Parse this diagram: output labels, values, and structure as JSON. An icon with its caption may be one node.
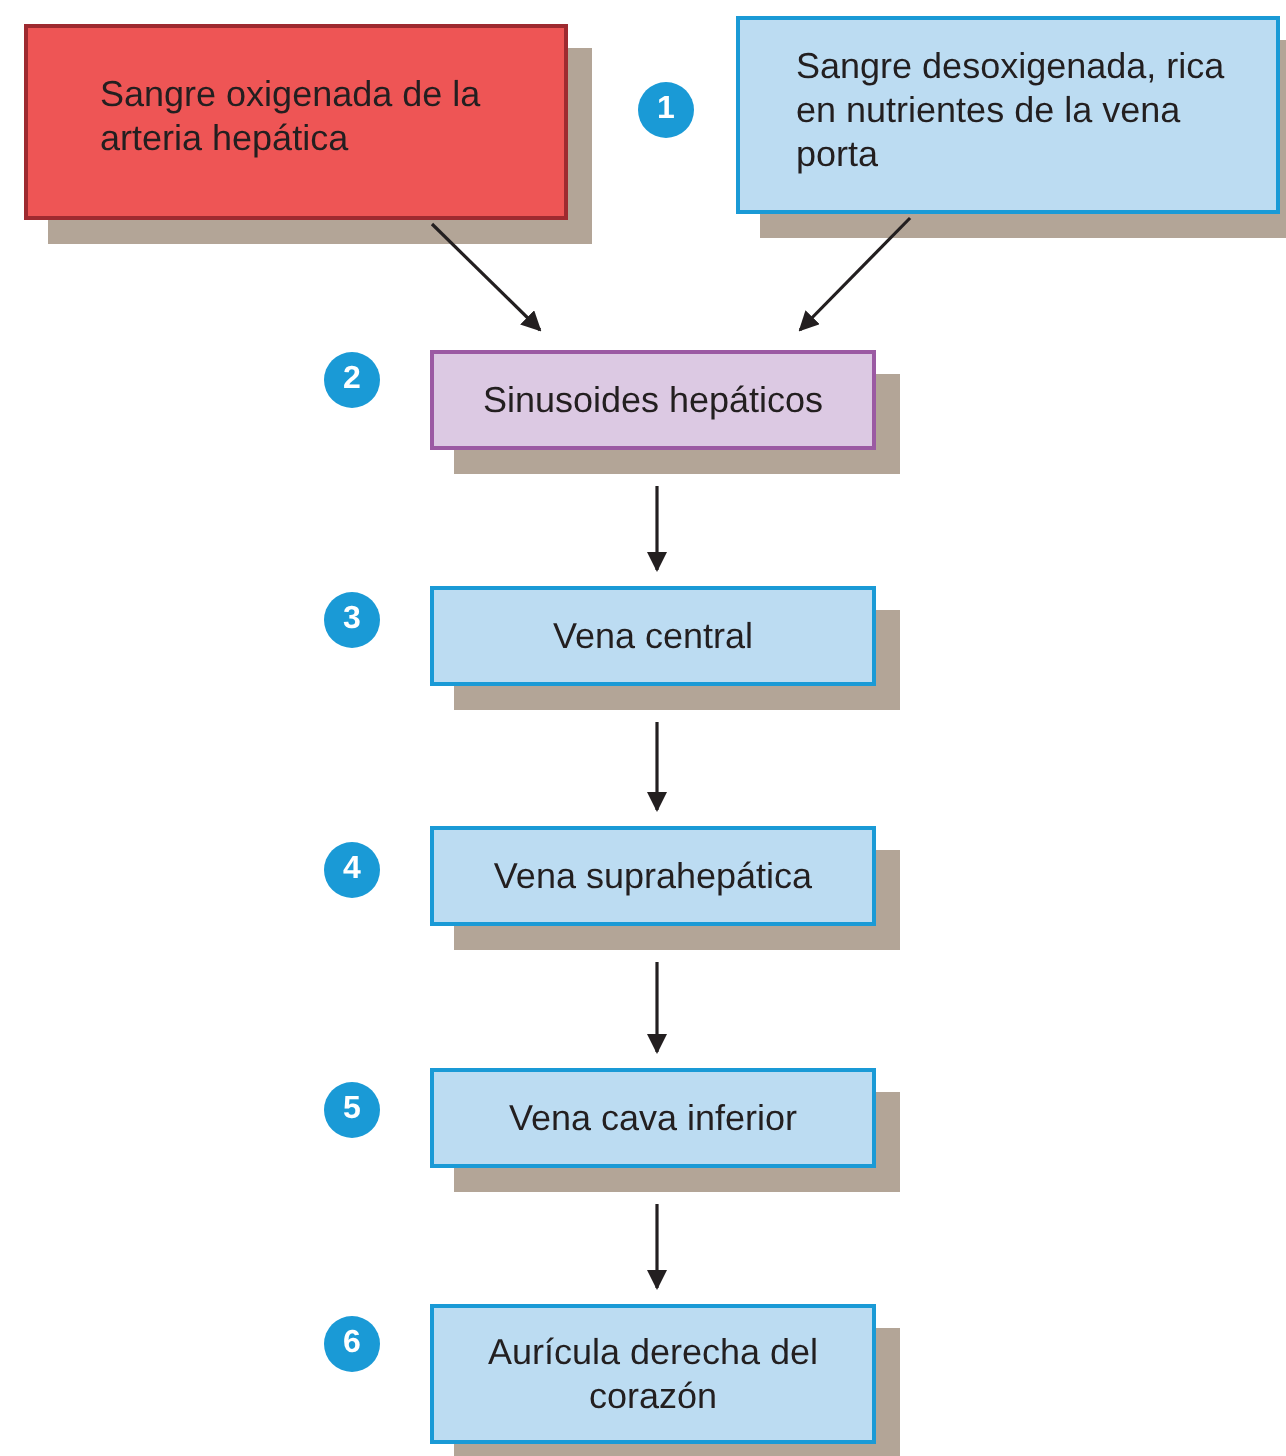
{
  "diagram": {
    "nodes": [
      {
        "text": [
          "Sangre oxigenada de la arteria hepática"
        ]
      },
      {
        "text": [
          "Sangre desoxigenada, rica en nutrientes de la vena porta"
        ]
      },
      {
        "text": [
          "Sinusoides hepáticos"
        ]
      },
      {
        "text": [
          "Vena central"
        ]
      },
      {
        "text": [
          "Vena suprahepática"
        ]
      },
      {
        "text": [
          "Vena cava inferior"
        ]
      },
      {
        "text": [
          "Aurícula derecha del corazón"
        ]
      }
    ],
    "edges": [
      {
        "from": 0,
        "to": 2,
        "arrow": "to"
      },
      {
        "from": 1,
        "to": 2,
        "arrow": "to"
      },
      {
        "from": 2,
        "to": 3,
        "arrow": "to"
      },
      {
        "from": 3,
        "to": 4,
        "arrow": "to"
      },
      {
        "from": 4,
        "to": 5,
        "arrow": "to"
      },
      {
        "from": 5,
        "to": 6,
        "arrow": "to"
      }
    ],
    "labels": [
      "1",
      "2",
      "3",
      "4",
      "5",
      "6"
    ]
  }
}
